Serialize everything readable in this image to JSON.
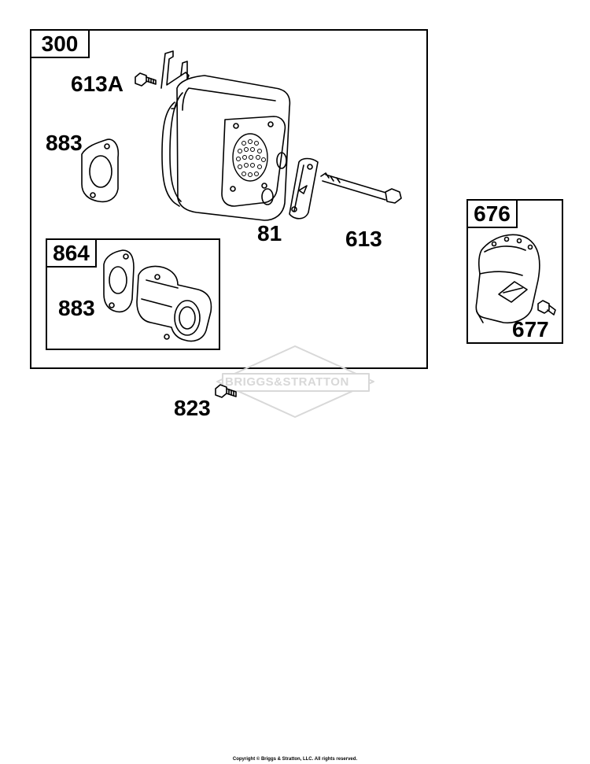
{
  "assemblies": {
    "muffler": {
      "ref": "300"
    },
    "exhaust_elbow": {
      "ref": "864"
    },
    "muffler_guard": {
      "ref": "676"
    }
  },
  "callouts": {
    "screw_613a": "613A",
    "gasket_883_upper": "883",
    "deflector_81": "81",
    "bolt_613": "613",
    "gasket_883_lower": "883",
    "screw_677": "677",
    "screw_823": "823"
  },
  "watermark": {
    "text": "BRIGGS&STRATTON"
  },
  "footer": {
    "copyright": "Copyright © Briggs & Stratton, LLC. All rights reserved."
  }
}
